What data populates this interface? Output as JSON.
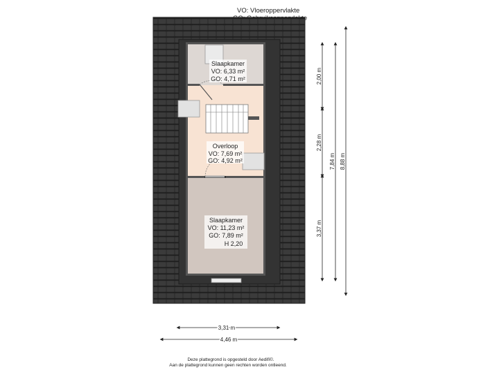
{
  "legend": {
    "vo": "VO: Vloeroppervlakte",
    "go": "GO: Gebruiksoppervlakte"
  },
  "rooms": [
    {
      "name": "Slaapkamer",
      "vo": "VO: 6,33 m²",
      "go": "GO: 4,71 m²"
    },
    {
      "name": "Overloop",
      "vo": "VO: 7,69 m²",
      "go": "GO: 4,92 m²"
    },
    {
      "name": "Slaapkamer",
      "vo": "VO: 11,23 m²",
      "go": "GO: 7,89 m²",
      "height": "H 2,20"
    }
  ],
  "dimensions": {
    "vertical": [
      "2,00 m",
      "2,28 m",
      "3,37 m",
      "7,84 m",
      "8,88 m"
    ],
    "horizontal": [
      "3,31 m",
      "4,46 m"
    ]
  },
  "footer": {
    "line1": "Deze plattegrond is opgesteld door Aedifi©.",
    "line2": "Aan de plattegrond kunnen geen rechten worden ontleend."
  },
  "colors": {
    "roof": "#2c2c2c",
    "wall": "#555555",
    "bedroom_top": "#ddd7d3",
    "landing": "#f8e3d3",
    "bedroom_bottom": "#d1c6bf"
  }
}
